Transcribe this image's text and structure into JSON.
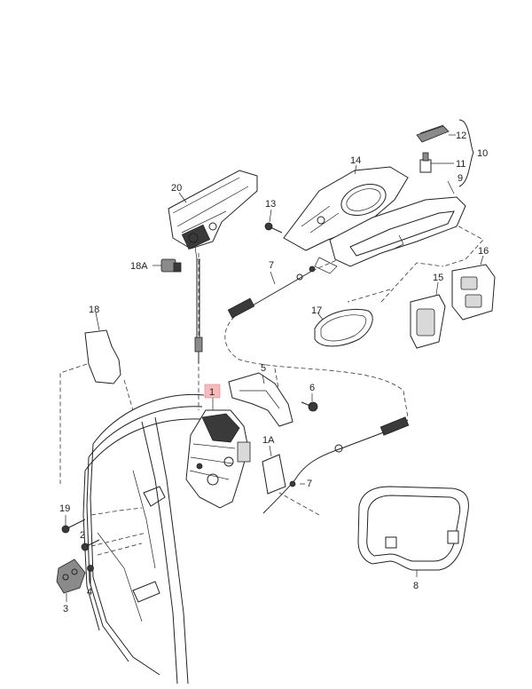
{
  "diagram": {
    "callouts": {
      "c1": "1",
      "c1A": "1A",
      "c2": "2",
      "c3": "3",
      "c4": "4",
      "c5": "5",
      "c6": "6",
      "c7a": "7",
      "c7b": "7",
      "c8": "8",
      "c9": "9",
      "c10": "10",
      "c11": "11",
      "c12": "12",
      "c13": "13",
      "c14": "14",
      "c15": "15",
      "c16": "16",
      "c17": "17",
      "c18": "18",
      "c18A": "18A",
      "c19": "19",
      "c20": "20"
    },
    "highlight_color": "#f7b9b9"
  }
}
